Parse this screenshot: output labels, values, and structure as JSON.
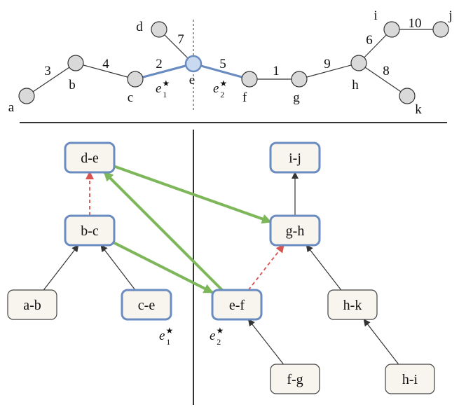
{
  "tree": {
    "vertices": [
      {
        "id": "a",
        "label": "a",
        "highlight": false
      },
      {
        "id": "b",
        "label": "b",
        "highlight": false
      },
      {
        "id": "c",
        "label": "c",
        "highlight": false
      },
      {
        "id": "d",
        "label": "d",
        "highlight": false
      },
      {
        "id": "e",
        "label": "e",
        "highlight": true
      },
      {
        "id": "f",
        "label": "f",
        "highlight": false
      },
      {
        "id": "g",
        "label": "g",
        "highlight": false
      },
      {
        "id": "h",
        "label": "h",
        "highlight": false
      },
      {
        "id": "i",
        "label": "i",
        "highlight": false
      },
      {
        "id": "j",
        "label": "j",
        "highlight": false
      },
      {
        "id": "k",
        "label": "k",
        "highlight": false
      }
    ],
    "edges": [
      {
        "from": "a",
        "to": "b",
        "weight": "3",
        "highlight": false
      },
      {
        "from": "b",
        "to": "c",
        "weight": "4",
        "highlight": false
      },
      {
        "from": "c",
        "to": "e",
        "weight": "2",
        "highlight": true,
        "marker": "e1"
      },
      {
        "from": "d",
        "to": "e",
        "weight": "7",
        "highlight": false
      },
      {
        "from": "e",
        "to": "f",
        "weight": "5",
        "highlight": true,
        "marker": "e2"
      },
      {
        "from": "f",
        "to": "g",
        "weight": "1",
        "highlight": false
      },
      {
        "from": "g",
        "to": "h",
        "weight": "9",
        "highlight": false
      },
      {
        "from": "h",
        "to": "i",
        "weight": "6",
        "highlight": false
      },
      {
        "from": "i",
        "to": "j",
        "weight": "10",
        "highlight": false
      },
      {
        "from": "h",
        "to": "k",
        "weight": "8",
        "highlight": false
      }
    ],
    "edge_markers": {
      "e1": {
        "base": "e",
        "sub": "1",
        "sup": "★"
      },
      "e2": {
        "base": "e",
        "sub": "2",
        "sup": "★"
      }
    }
  },
  "hierarchy": {
    "nodes": [
      {
        "id": "d-e",
        "label": "d-e",
        "highlight": true
      },
      {
        "id": "b-c",
        "label": "b-c",
        "highlight": true
      },
      {
        "id": "a-b",
        "label": "a-b",
        "highlight": false
      },
      {
        "id": "c-e",
        "label": "c-e",
        "highlight": true,
        "marker": "e1"
      },
      {
        "id": "i-j",
        "label": "i-j",
        "highlight": true
      },
      {
        "id": "g-h",
        "label": "g-h",
        "highlight": true
      },
      {
        "id": "e-f",
        "label": "e-f",
        "highlight": true,
        "marker": "e2"
      },
      {
        "id": "h-k",
        "label": "h-k",
        "highlight": false
      },
      {
        "id": "f-g",
        "label": "f-g",
        "highlight": false
      },
      {
        "id": "h-i",
        "label": "h-i",
        "highlight": false
      }
    ],
    "black_arrows": [
      {
        "from": "a-b",
        "to": "b-c"
      },
      {
        "from": "c-e",
        "to": "b-c"
      },
      {
        "from": "g-h",
        "to": "i-j"
      },
      {
        "from": "f-g",
        "to": "e-f"
      },
      {
        "from": "h-k",
        "to": "g-h"
      },
      {
        "from": "h-i",
        "to": "h-k"
      }
    ],
    "red_dashed_arrows": [
      {
        "from": "b-c",
        "to": "d-e"
      },
      {
        "from": "e-f",
        "to": "g-h"
      }
    ],
    "green_arrows": [
      {
        "from": "d-e",
        "to": "g-h"
      },
      {
        "from": "e-f",
        "to": "d-e"
      },
      {
        "from": "b-c",
        "to": "e-f"
      }
    ]
  },
  "colors": {
    "node_fill": "#d9d9d9",
    "node_highlight_fill": "#c9d9ef",
    "highlight_stroke": "#6a8cc0",
    "box_fill": "#f8f5ee",
    "green": "#7db75a",
    "red": "#d9534f",
    "divider": "#333333"
  }
}
